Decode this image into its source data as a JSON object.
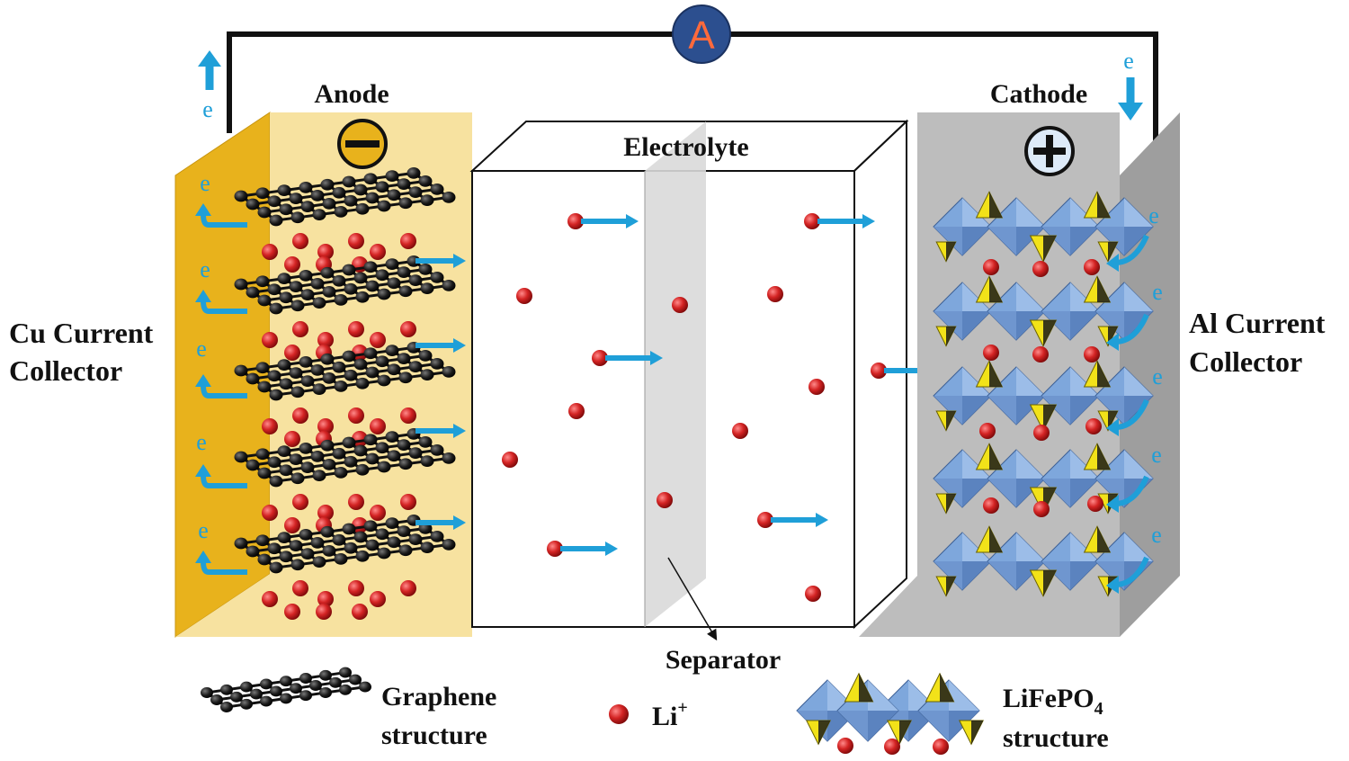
{
  "labels": {
    "ammeter": "A",
    "anode": "Anode",
    "cathode": "Cathode",
    "electrolyte": "Electrolyte",
    "separator": "Separator",
    "cu_collector_line1": "Cu Current",
    "cu_collector_line2": "Collector",
    "al_collector_line1": "Al Current",
    "al_collector_line2": "Collector",
    "electron": "e"
  },
  "legend": {
    "graphene_line1": "Graphene",
    "graphene_line2": "structure",
    "li_ion": "Li",
    "li_ion_sup": "+",
    "lifepo4_main": "LiFePO",
    "lifepo4_sub": "4",
    "lifepo4_line2": "structure"
  },
  "icons": {
    "anode_sign": "minus-sign-icon",
    "cathode_sign": "plus-sign-icon",
    "ammeter": "ammeter-icon"
  },
  "colors": {
    "anode_panel": "#f7e2a0",
    "cu_collector": "#e8b21c",
    "cathode_panel": "#bdbdbd",
    "al_collector": "#9e9e9e",
    "electron_arrow": "#1f9fd8",
    "li_ion": "#cc1f1f",
    "ammeter": "#2c4f8f",
    "ammeter_text": "#ff6a3c",
    "octahedron": "#7ea7dc",
    "tetrahedron": "#f2e219"
  }
}
